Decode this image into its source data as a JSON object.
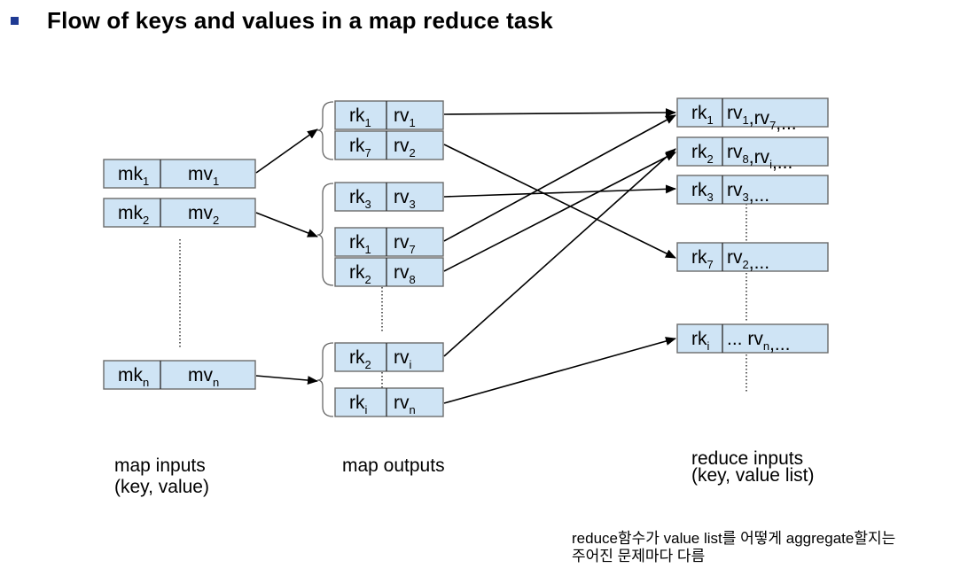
{
  "title": "Flow of keys and values in a map reduce task",
  "captions": {
    "map_inputs": [
      "map inputs",
      "(key, value)"
    ],
    "map_outputs": "map outputs",
    "reduce_inputs": [
      "reduce inputs",
      "(key, value list)"
    ]
  },
  "note": [
    "reduce함수가 value list를 어떻게 aggregate할지는",
    "주어진 문제마다 다름"
  ],
  "map_inputs": [
    {
      "key": "mk",
      "key_sub": "1",
      "val": "mv",
      "val_sub": "1"
    },
    {
      "key": "mk",
      "key_sub": "2",
      "val": "mv",
      "val_sub": "2"
    },
    {
      "key": "mk",
      "key_sub": "n",
      "val": "mv",
      "val_sub": "n"
    }
  ],
  "map_outputs": [
    {
      "key": "rk",
      "key_sub": "1",
      "val": "rv",
      "val_sub": "1"
    },
    {
      "key": "rk",
      "key_sub": "7",
      "val": "rv",
      "val_sub": "2"
    },
    {
      "key": "rk",
      "key_sub": "3",
      "val": "rv",
      "val_sub": "3"
    },
    {
      "key": "rk",
      "key_sub": "1",
      "val": "rv",
      "val_sub": "7"
    },
    {
      "key": "rk",
      "key_sub": "2",
      "val": "rv",
      "val_sub": "8"
    },
    {
      "key": "rk",
      "key_sub": "2",
      "val": "rv",
      "val_sub": "i"
    },
    {
      "key": "rk",
      "key_sub": "i",
      "val": "rv",
      "val_sub": "n"
    }
  ],
  "reduce_inputs": [
    {
      "key": "rk",
      "key_sub": "1",
      "val_parts": [
        [
          "rv",
          ""
        ],
        [
          "1",
          "s"
        ],
        [
          ",rv",
          ""
        ],
        [
          "7",
          "s"
        ],
        [
          ",...",
          ""
        ]
      ]
    },
    {
      "key": "rk",
      "key_sub": "2",
      "val_parts": [
        [
          "rv",
          ""
        ],
        [
          "8",
          "s"
        ],
        [
          ",rv",
          ""
        ],
        [
          "i",
          "s"
        ],
        [
          ",...",
          ""
        ]
      ]
    },
    {
      "key": "rk",
      "key_sub": "3",
      "val_parts": [
        [
          "rv",
          ""
        ],
        [
          "3",
          "s"
        ],
        [
          ",...",
          ""
        ]
      ]
    },
    {
      "key": "rk",
      "key_sub": "7",
      "val_parts": [
        [
          "rv",
          ""
        ],
        [
          "2",
          "s"
        ],
        [
          ",...",
          ""
        ]
      ]
    },
    {
      "key": "rk",
      "key_sub": "i",
      "val_parts": [
        [
          "... rv",
          ""
        ],
        [
          "n",
          "s"
        ],
        [
          ",...",
          ""
        ]
      ]
    }
  ]
}
